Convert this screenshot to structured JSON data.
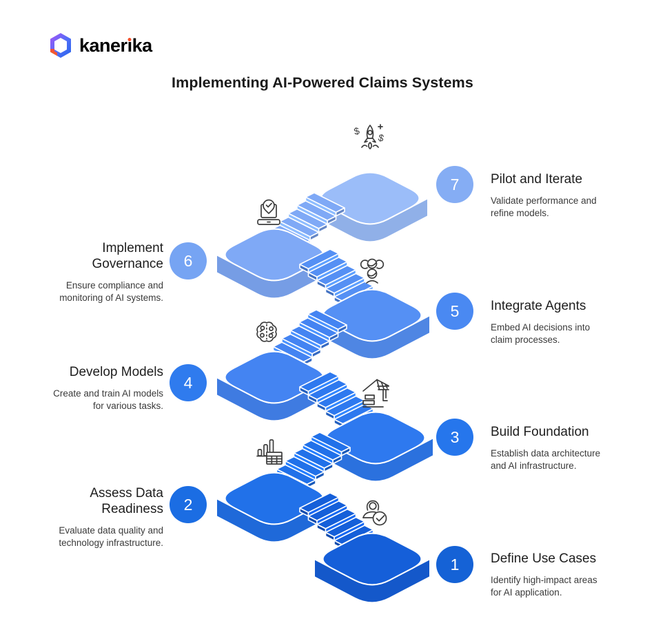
{
  "page": {
    "background": "#ffffff"
  },
  "logo": {
    "name": "kanerika",
    "parts": [
      "kaner",
      "ı",
      "ka"
    ],
    "text_color": "#3c55d6",
    "dot_color": "#f4502a"
  },
  "title": "Implementing AI-Powered Claims Systems",
  "steps": [
    {
      "num": "1",
      "title": "Define Use Cases",
      "desc": "Identify high-impact areas for AI application.",
      "side": "right",
      "badge_color": "#1562d6",
      "platform_color": "#155fd9",
      "icon": "user-check-icon"
    },
    {
      "num": "2",
      "title": "Assess Data Readiness",
      "desc": "Evaluate data quality and technology infrastructure.",
      "side": "left",
      "badge_color": "#1b6de3",
      "platform_color": "#2171e9",
      "icon": "bar-chart-table-icon"
    },
    {
      "num": "3",
      "title": "Build Foundation",
      "desc": "Establish data architecture and AI infrastructure.",
      "side": "right",
      "badge_color": "#2676ec",
      "platform_color": "#2e79ef",
      "icon": "house-construction-icon"
    },
    {
      "num": "4",
      "title": "Develop Models",
      "desc": "Create and train AI models for various tasks.",
      "side": "left",
      "badge_color": "#2f7bee",
      "platform_color": "#4484f2",
      "icon": "ai-brain-icon"
    },
    {
      "num": "5",
      "title": "Integrate Agents",
      "desc": "Embed AI decisions into claim processes.",
      "side": "right",
      "badge_color": "#4a89f2",
      "platform_color": "#5590f4",
      "icon": "team-icon"
    },
    {
      "num": "6",
      "title": "Implement Governance",
      "desc": "Ensure compliance and monitoring of AI systems.",
      "side": "left",
      "badge_color": "#76a4f3",
      "platform_color": "#7fa9f6",
      "icon": "laptop-check-icon"
    },
    {
      "num": "7",
      "title": "Pilot and Iterate",
      "desc": "Validate performance and refine models.",
      "side": "right",
      "badge_color": "#85adf4",
      "platform_color": "#9bbdf9",
      "icon": "rocket-icon"
    }
  ]
}
